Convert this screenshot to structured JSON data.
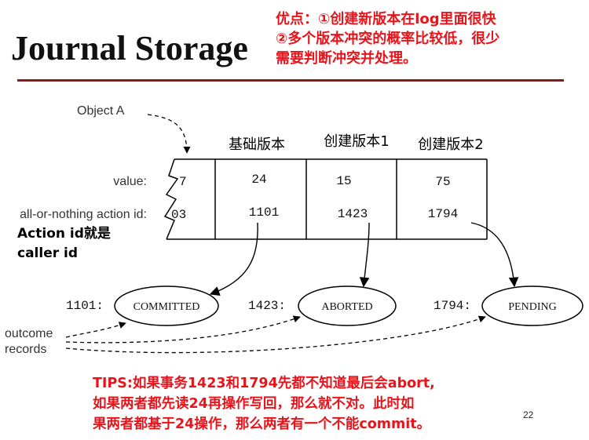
{
  "title": "Journal Storage",
  "advantages": {
    "line1": "优点：①创建新版本在log里面很快",
    "line2": "②多个版本冲突的概率比较低，很少",
    "line3": "需要判断冲突并处理。"
  },
  "diagram": {
    "object_label": "Object A",
    "row_labels": {
      "value": "value:",
      "action_id": "all-or-nothing action id:"
    },
    "first_cell": {
      "value": "7",
      "action_id": "03"
    },
    "columns": [
      {
        "header": "基础版本",
        "value": "24",
        "action_id": "1101"
      },
      {
        "header": "创建版本1",
        "value": "15",
        "action_id": "1423"
      },
      {
        "header": "创建版本2",
        "value": "75",
        "action_id": "1794"
      }
    ],
    "outcome_records": [
      {
        "id_label": "1101:",
        "status": "COMMITTED"
      },
      {
        "id_label": "1423:",
        "status": "ABORTED"
      },
      {
        "id_label": "1794:",
        "status": "PENDING"
      }
    ],
    "outcome_label": {
      "line1": "outcome",
      "line2": "records"
    }
  },
  "caller_note": {
    "line1": "Action id就是",
    "line2": "caller id"
  },
  "tips": {
    "line1": "TIPS:如果事务1423和1794先都不知道最后会abort,",
    "line2": "如果两者都先读24再操作写回，那么就不对。此时如",
    "line3": "果两者都基于24操作，那么两者有一个不能commit。"
  },
  "page_number": "22",
  "colors": {
    "red_text": "#e8141b",
    "rule": "#8b1a1a"
  }
}
